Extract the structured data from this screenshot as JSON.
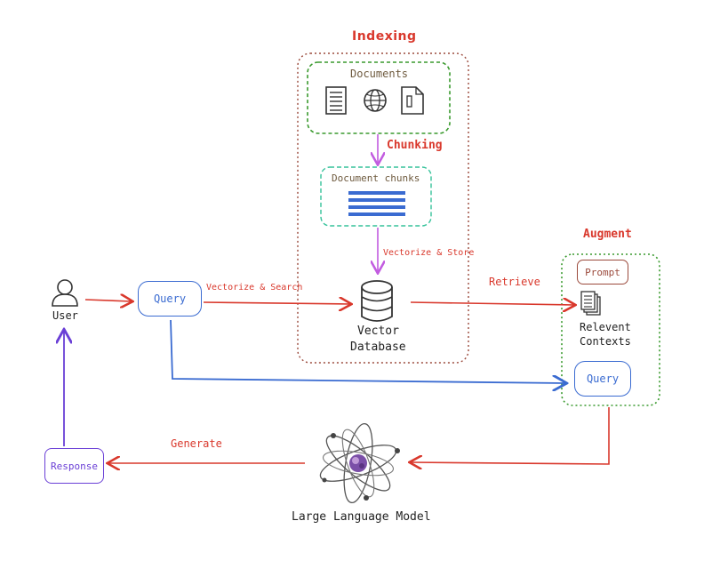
{
  "indexing": {
    "title": "Indexing",
    "documents_label": "Documents",
    "chunking_label": "Chunking",
    "chunks_label": "Document chunks",
    "vectorize_store_label": "Vectorize & Store"
  },
  "database": {
    "line1": "Vector",
    "line2": "Database"
  },
  "user": {
    "label": "User"
  },
  "query_left": {
    "label": "Query"
  },
  "vectorize_search_label": "Vectorize & Search",
  "retrieve_label": "Retrieve",
  "augment": {
    "title": "Augment",
    "prompt_label": "Prompt",
    "contexts_line1": "Relevent",
    "contexts_line2": "Contexts",
    "query_label": "Query"
  },
  "generate_label": "Generate",
  "response": {
    "label": "Response"
  },
  "llm": {
    "label": "Large Language Model"
  },
  "colors": {
    "red": "#d9382c",
    "green": "#3a9a2e",
    "teal": "#35c29a",
    "blue": "#3a6bd1",
    "purple": "#6a3fd6",
    "violet": "#c25ce0",
    "brown": "#9b4a3c",
    "slate": "#6e5a3e"
  }
}
